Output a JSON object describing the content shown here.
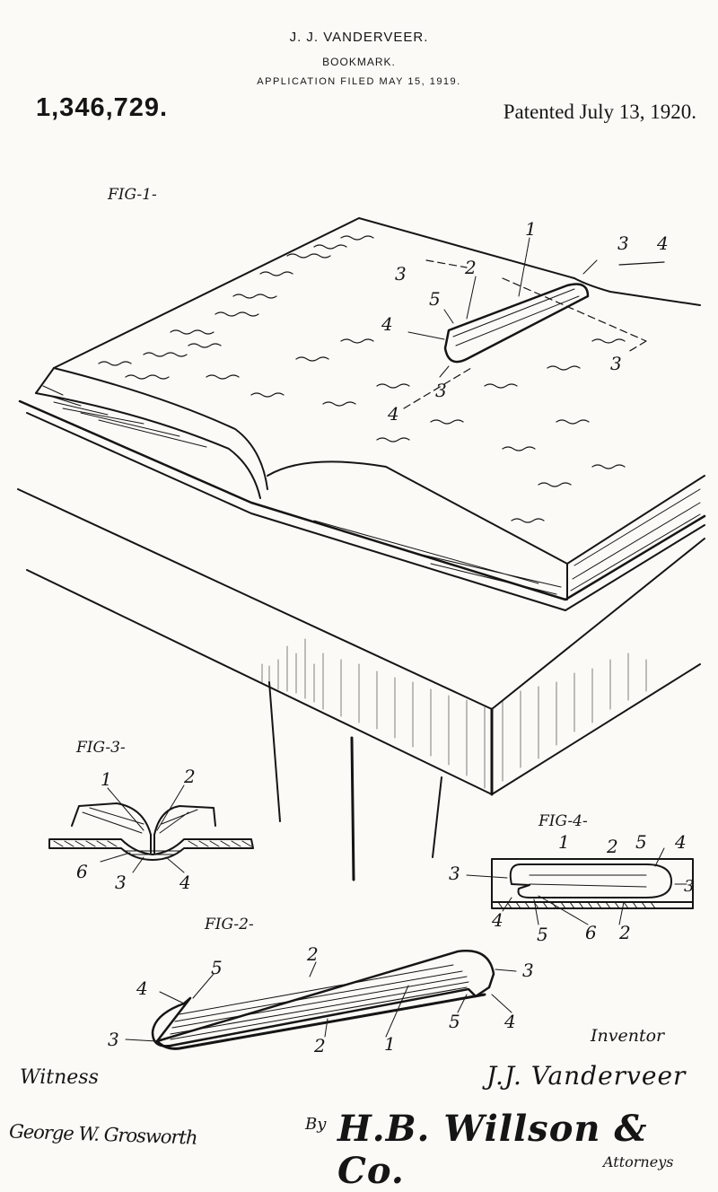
{
  "header": {
    "inventor_name": "J. J. VANDERVEER.",
    "title": "BOOKMARK.",
    "filed": "APPLICATION FILED MAY 15, 1919."
  },
  "patent_number": "1,346,729.",
  "patent_date": "Patented July 13, 1920.",
  "figures": {
    "fig1": "FIG-1-",
    "fig2": "FIG-2-",
    "fig3": "FIG-3-",
    "fig4": "FIG-4-"
  },
  "reference_numerals": {
    "fig1": [
      "1",
      "2",
      "3",
      "3",
      "3",
      "3",
      "4",
      "4",
      "4",
      "5"
    ],
    "fig2": [
      "1",
      "2",
      "2",
      "3",
      "3",
      "4",
      "4",
      "5",
      "5"
    ],
    "fig3": [
      "1",
      "2",
      "3",
      "4",
      "6"
    ],
    "fig4": [
      "1",
      "2",
      "2",
      "3",
      "3",
      "4",
      "4",
      "5",
      "5",
      "6"
    ]
  },
  "signatures": {
    "witness_label": "Witness",
    "witness_signature": "George W. Grosworth",
    "inventor_label": "Inventor",
    "inventor_signature": "J.J. Vanderveer",
    "by_label": "By",
    "attorney_signature": "H.B. Willson & Co.",
    "attorney_label": "Attorneys"
  }
}
